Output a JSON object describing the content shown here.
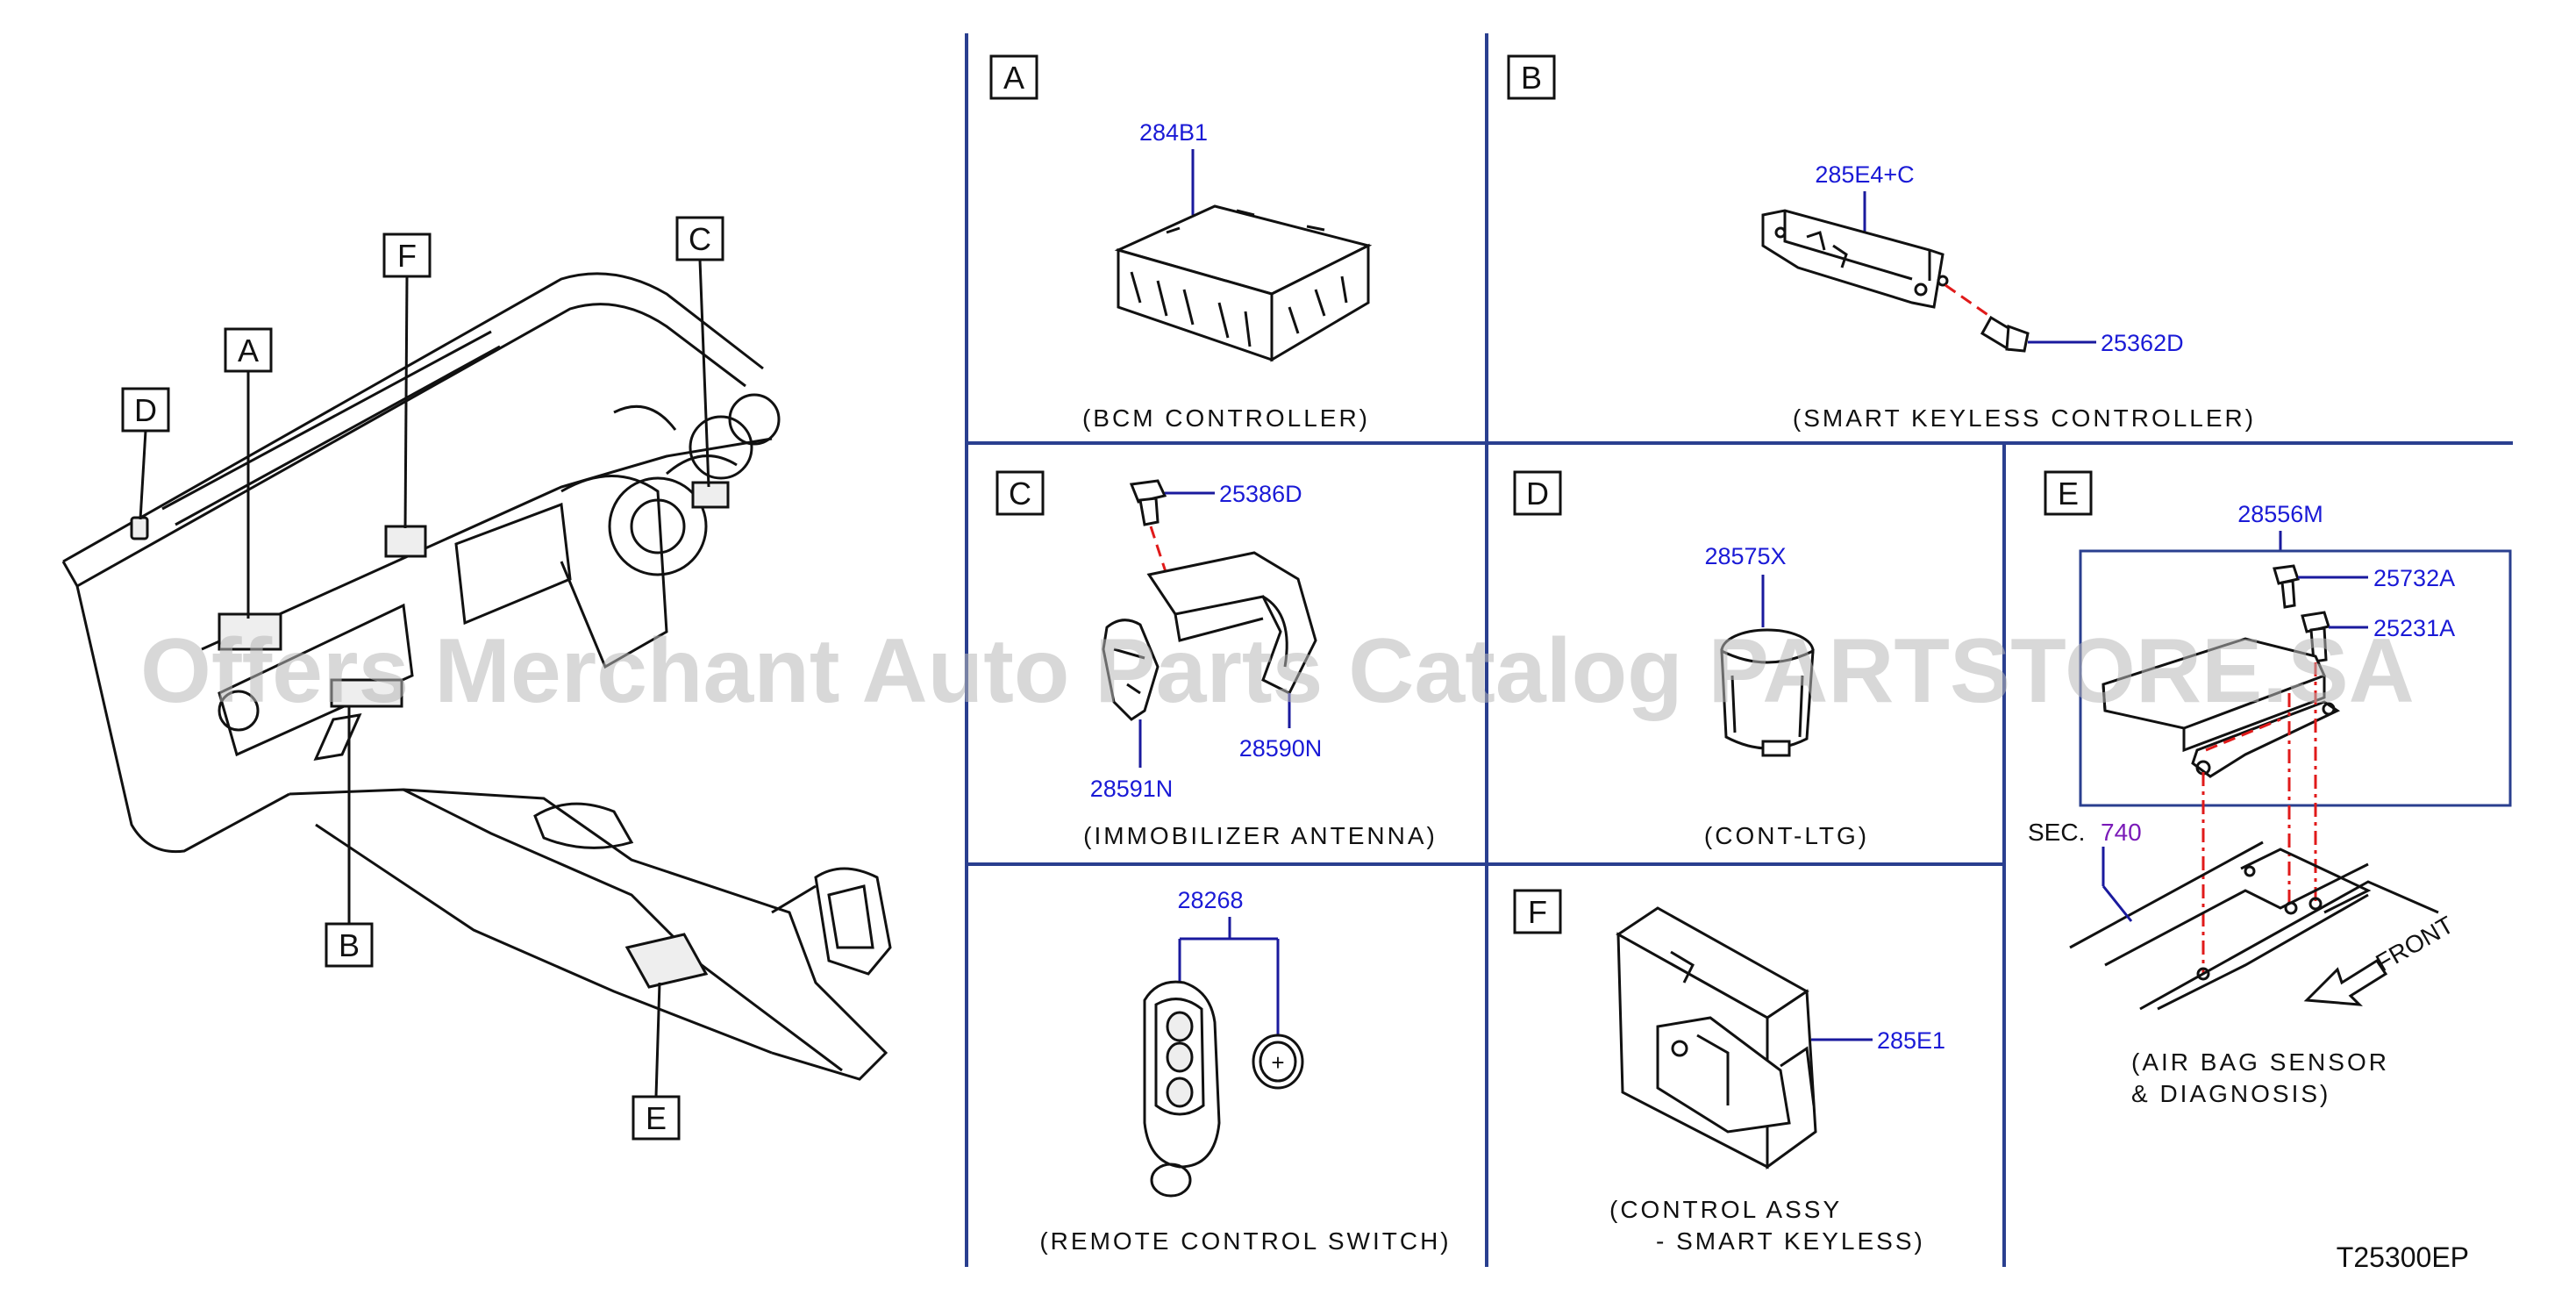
{
  "diagram_code": "T25300EP",
  "watermark": "Offers Merchant Auto Parts Catalog PARTSTORE.SA",
  "location_markers": [
    "A",
    "B",
    "C",
    "D",
    "E",
    "F"
  ],
  "panels": {
    "A": {
      "letter": "A",
      "parts": [
        "284B1"
      ],
      "caption": "(BCM  CONTROLLER)"
    },
    "B": {
      "letter": "B",
      "parts": [
        "285E4+C",
        "25362D"
      ],
      "caption": "(SMART  KEYLESS  CONTROLLER)"
    },
    "C": {
      "letter": "C",
      "parts": [
        "25386D",
        "28590N",
        "28591N"
      ],
      "caption": "(IMMOBILIZER  ANTENNA)"
    },
    "D": {
      "letter": "D",
      "parts": [
        "28575X"
      ],
      "caption": "(CONT-LTG)"
    },
    "E": {
      "letter": "E",
      "parts": [
        "28556M",
        "25732A",
        "25231A"
      ],
      "section_label": "SEC.",
      "section_number": "740",
      "direction": "FRONT",
      "caption_line1": "(AIR  BAG  SENSOR",
      "caption_line2": "&  DIAGNOSIS)"
    },
    "G": {
      "parts": [
        "28268"
      ],
      "caption": "(REMOTE  CONTROL  SWITCH)"
    },
    "F": {
      "letter": "F",
      "parts": [
        "285E1"
      ],
      "caption_line1": "(CONTROL  ASSY",
      "caption_line2": "-  SMART  KEYLESS)"
    }
  }
}
